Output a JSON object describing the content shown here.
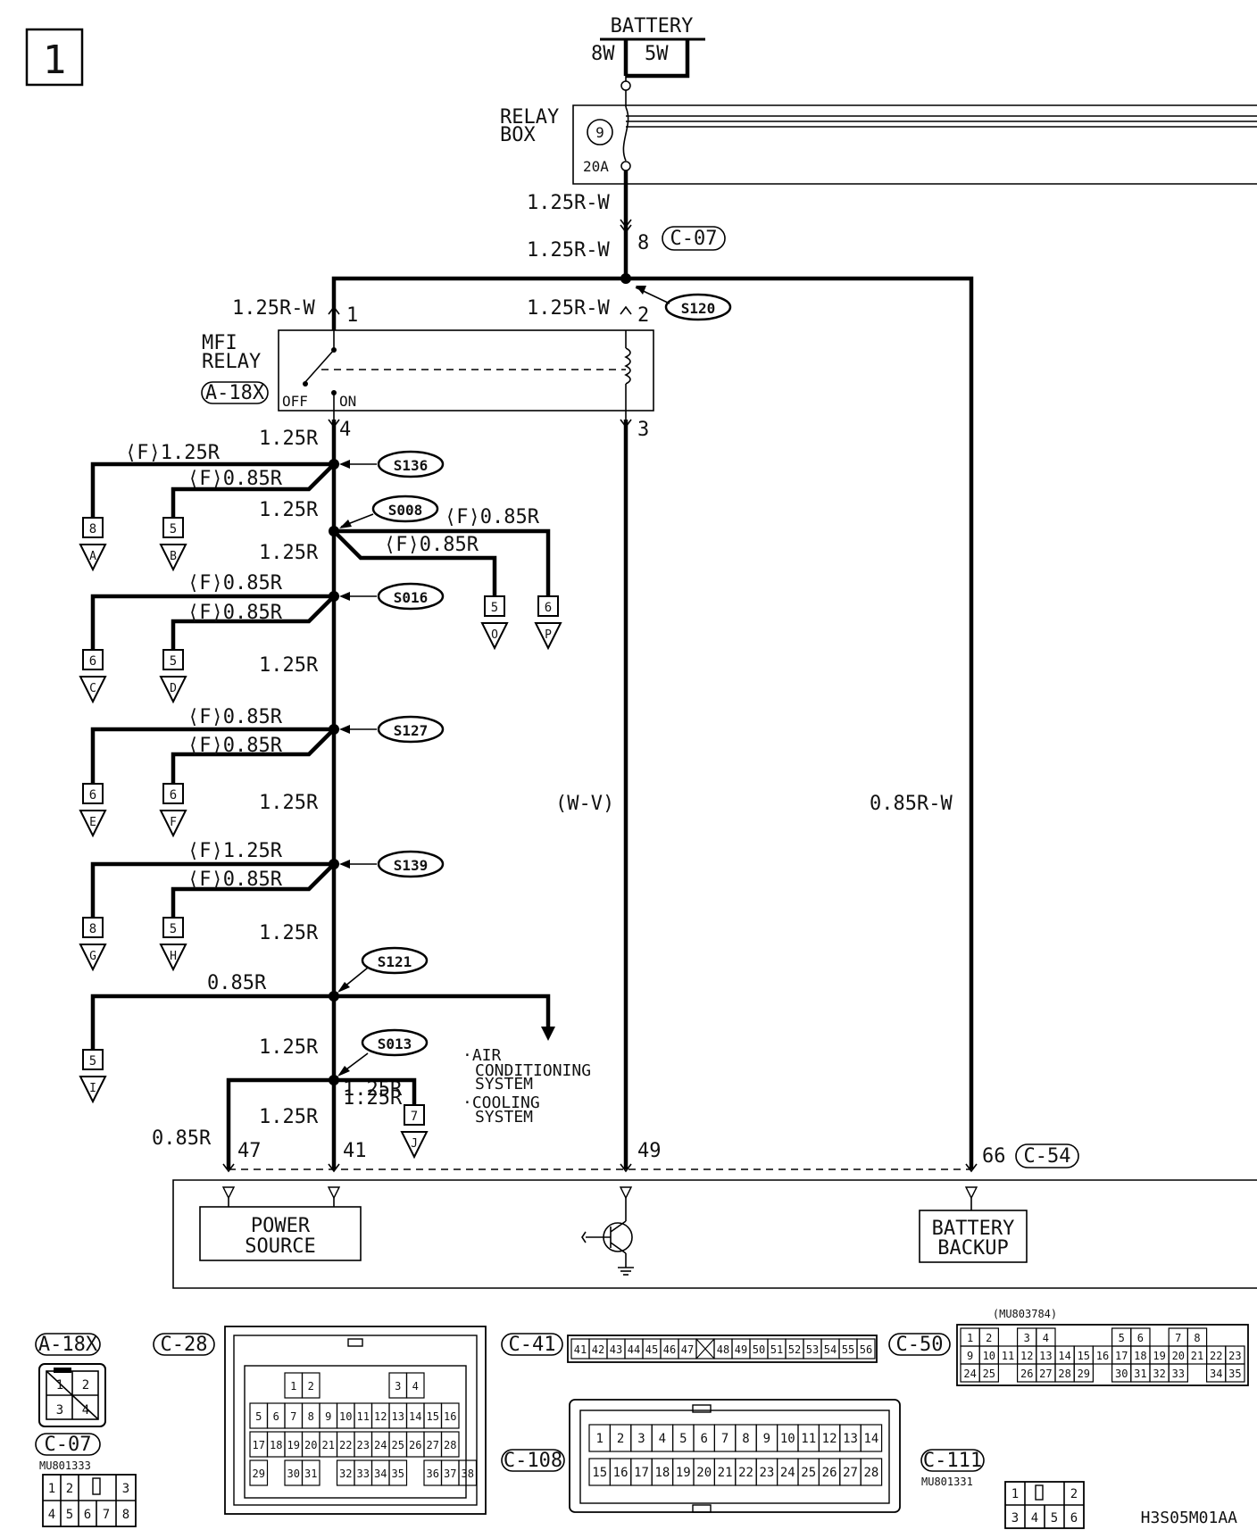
{
  "page_number": "1",
  "battery": {
    "title": "BATTERY",
    "left_wire": "8W",
    "right_wire": "5W"
  },
  "relay_box": {
    "title": "RELAY BOX",
    "fuse_number": "9",
    "fuse_rating": "20A"
  },
  "main_feed": {
    "wire_upper": "1.25R-W",
    "wire_lower": "1.25R-W",
    "pin": "8",
    "connector": "C-07"
  },
  "mfi_relay": {
    "title": "MFI RELAY",
    "connector": "A-18X",
    "off_label": "OFF",
    "on_label": "ON",
    "pin1": "1",
    "pin1_wire": "1.25R-W",
    "pin2": "2",
    "pin2_wire": "1.25R-W",
    "pin3": "3",
    "pin4": "4",
    "pin4_wire": "1.25R"
  },
  "splices": {
    "s120": "S120",
    "s136": "S136",
    "s008": "S008",
    "s016": "S016",
    "s127": "S127",
    "s139": "S139",
    "s121": "S121",
    "s013": "S013"
  },
  "branches": [
    {
      "wire": "⟨F⟩1.25R",
      "pin": "8",
      "dest": "A"
    },
    {
      "wire": "⟨F⟩0.85R",
      "pin": "5",
      "dest": "B"
    },
    {
      "wire": "⟨F⟩0.85R",
      "pin": "6",
      "dest": "C"
    },
    {
      "wire": "⟨F⟩0.85R",
      "pin": "5",
      "dest": "D"
    },
    {
      "wire": "⟨F⟩0.85R",
      "pin": "6",
      "dest": "E"
    },
    {
      "wire": "⟨F⟩0.85R",
      "pin": "6",
      "dest": "F"
    },
    {
      "wire": "⟨F⟩1.25R",
      "pin": "8",
      "dest": "G"
    },
    {
      "wire": "⟨F⟩0.85R",
      "pin": "5",
      "dest": "H"
    },
    {
      "wire": "0.85R",
      "pin": "5",
      "dest": "I"
    },
    {
      "wire": "1.25R",
      "pin": "7",
      "dest": "J"
    },
    {
      "wire": "⟨F⟩0.85R",
      "pin": "5",
      "dest": "O"
    },
    {
      "wire": "⟨F⟩0.85R",
      "pin": "6",
      "dest": "P"
    }
  ],
  "trunk_labels": [
    "1.25R",
    "1.25R",
    "1.25R",
    "1.25R",
    "1.25R",
    "1.25R",
    "1.25R",
    "1.25R"
  ],
  "coil_wire": "(W-V)",
  "backup_wire": "0.85R-W",
  "left_drop_wire": "0.85R",
  "ac_note": {
    "line1": "·AIR",
    "line2": "CONDITIONING",
    "line3": "SYSTEM",
    "line4": "·COOLING",
    "line5": "SYSTEM"
  },
  "ecu": {
    "pin47": "47",
    "pin41": "41",
    "pin49": "49",
    "pin66": "66",
    "connector": "C-54",
    "power_source_1": "POWER",
    "power_source_2": "SOURCE",
    "battery_backup_1": "BATTERY",
    "battery_backup_2": "BACKUP"
  },
  "connectors": {
    "a18x": {
      "name": "A-18X",
      "pins": [
        "1",
        "2",
        "3",
        "4"
      ]
    },
    "c07": {
      "name": "C-07",
      "part": "MU801333",
      "row1": [
        "1",
        "2",
        "3"
      ],
      "row2": [
        "4",
        "5",
        "6",
        "7",
        "8"
      ]
    },
    "c28": {
      "name": "C-28",
      "row1": [
        "1",
        "2",
        "3",
        "4"
      ],
      "row2": [
        "5",
        "6",
        "7",
        "8",
        "9",
        "10",
        "11",
        "12",
        "13",
        "14",
        "15",
        "16"
      ],
      "row3": [
        "17",
        "18",
        "19",
        "20",
        "21",
        "22",
        "23",
        "24",
        "25",
        "26",
        "27",
        "28"
      ],
      "row4": [
        "29",
        "30",
        "31",
        "32",
        "33",
        "34",
        "35",
        "36",
        "37",
        "38"
      ]
    },
    "c41": {
      "name": "C-41",
      "pins": [
        "41",
        "42",
        "43",
        "44",
        "45",
        "46",
        "47",
        "",
        "48",
        "49",
        "50",
        "51",
        "52",
        "53",
        "54",
        "55",
        "56"
      ]
    },
    "c50": {
      "name": "C-50",
      "part": "(MU803784)",
      "row1": [
        "1",
        "2",
        "",
        "3",
        "4",
        "",
        "",
        "",
        "5",
        "6",
        "",
        "7",
        "8"
      ],
      "row2": [
        "9",
        "10",
        "11",
        "12",
        "13",
        "14",
        "15",
        "16",
        "17",
        "18",
        "19",
        "20",
        "21",
        "22",
        "23"
      ],
      "row3": [
        "24",
        "25",
        "",
        "26",
        "27",
        "28",
        "29",
        "",
        "30",
        "31",
        "32",
        "33",
        "",
        "34",
        "35"
      ]
    },
    "c108": {
      "name": "C-108",
      "row1": [
        "1",
        "2",
        "3",
        "4",
        "5",
        "6",
        "7",
        "8",
        "9",
        "10",
        "11",
        "12",
        "13",
        "14"
      ],
      "row2": [
        "15",
        "16",
        "17",
        "18",
        "19",
        "20",
        "21",
        "22",
        "23",
        "24",
        "25",
        "26",
        "27",
        "28"
      ]
    },
    "c111": {
      "name": "C-111",
      "part": "MU801331",
      "row1": [
        "1",
        "",
        "2"
      ],
      "row2": [
        "3",
        "4",
        "5",
        "6"
      ]
    }
  },
  "diagram_code": "H3S05M01AA"
}
